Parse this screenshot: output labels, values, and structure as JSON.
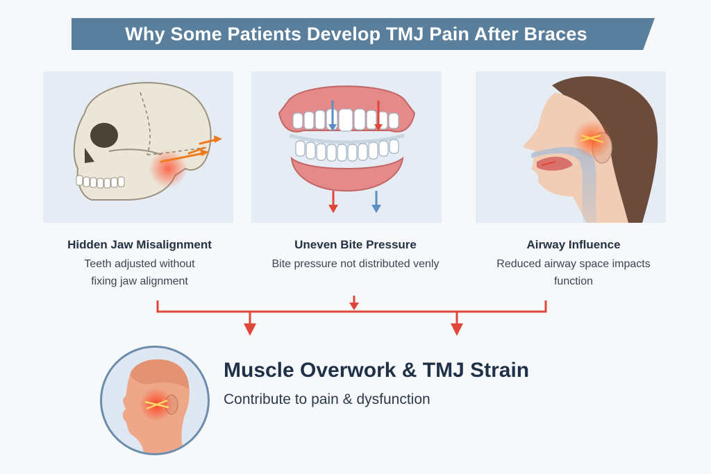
{
  "title": "Why Some Patients Develop TMJ Pain After Braces",
  "causes": [
    {
      "title": "Hidden Jaw Misalignment",
      "line1": "Teeth adjusted without",
      "line2": "fixing jaw alignment",
      "icon": "skull-jaw-illustration"
    },
    {
      "title": "Uneven Bite Pressure",
      "line1": "Bite pressure not distributed venly",
      "line2": "",
      "icon": "dental-arch-illustration"
    },
    {
      "title": "Airway Influence",
      "line1": "Reduced airway space impacts",
      "line2": "function",
      "icon": "airway-profile-illustration"
    }
  ],
  "result": {
    "title": "Muscle Overwork & TMJ Strain",
    "subtitle": "Contribute to pain & dysfunction",
    "icon": "head-pain-illustration"
  },
  "colors": {
    "banner": "#5a7f9d",
    "arrow_red": "#e0463a",
    "arrow_blue": "#5b8fc4",
    "panel_bg": "#e5ecf3",
    "text_dark": "#1f3148"
  }
}
